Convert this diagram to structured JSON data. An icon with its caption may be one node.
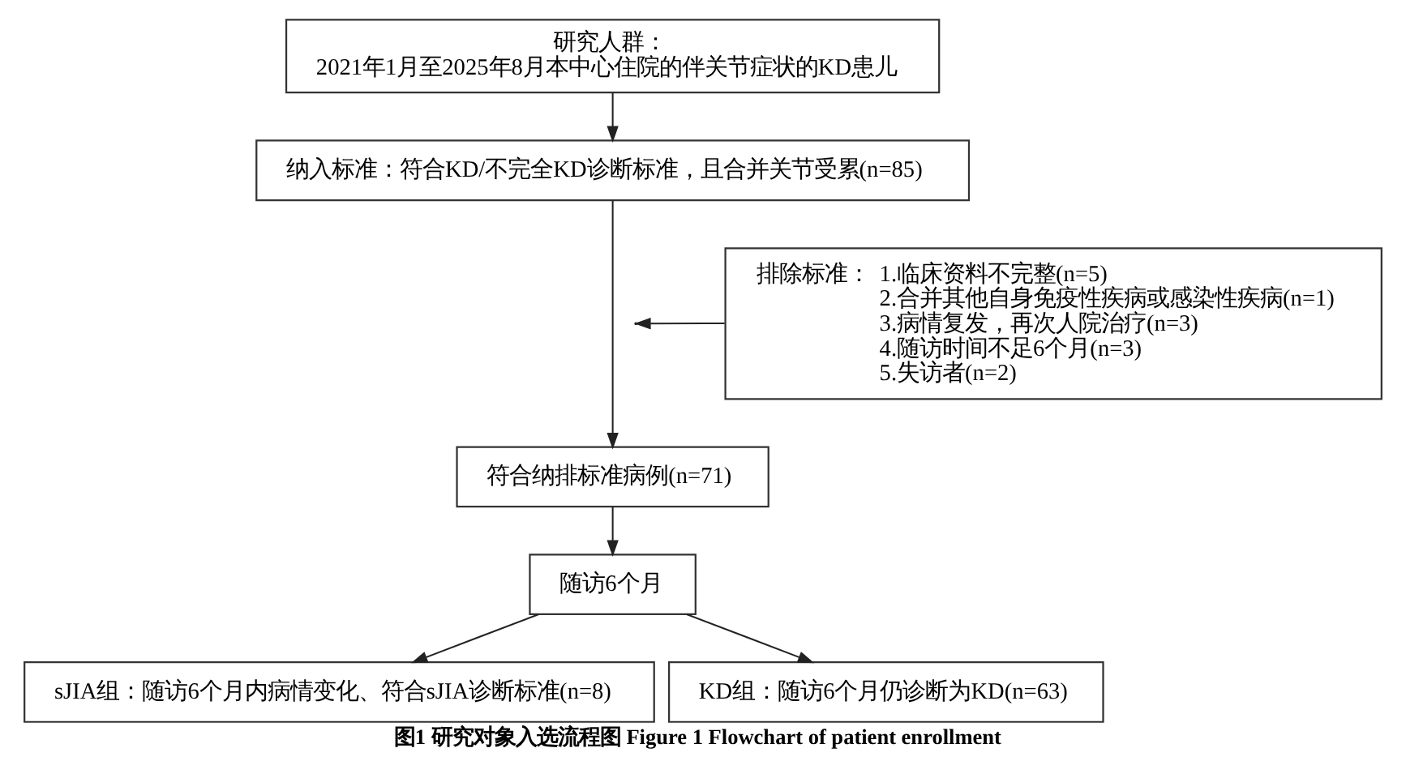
{
  "diagram": {
    "caption": "图1 研究对象入选流程图 Figure 1 Flowchart of patient enrollment",
    "nodes": [
      {
        "text": [
          "研究人群：",
          "2021年1月至2025年8月本中心住院的伴关节症状的KD患儿"
        ]
      },
      {
        "text": [
          "纳入标准：符合KD/不完全KD诊断标准，且合并关节受累(n=85)"
        ]
      },
      {
        "text": [
          "排除标准：",
          "1.临床资料不完整(n=5)",
          "2.合并其他自身免疫性疾病或感染性疾病(n=1)",
          "3.病情复发，再次人院治疗(n=3)",
          "4.随访时间不足6个月(n=3)",
          "5.失访者(n=2)"
        ]
      },
      {
        "text": [
          "符合纳排标准病例(n=71)"
        ]
      },
      {
        "text": [
          "随访6个月"
        ]
      },
      {
        "text": [
          "sJIA组：随访6个月内病情变化、符合sJIA诊断标准(n=8)"
        ]
      },
      {
        "text": [
          "KD组：随访6个月仍诊断为KD(n=63)"
        ]
      }
    ],
    "edges": [
      {
        "from": 0,
        "to": 1,
        "arrow": "to"
      },
      {
        "from": 1,
        "to": 3,
        "arrow": "to"
      },
      {
        "from": 2,
        "to": null,
        "arrow": "to"
      },
      {
        "from": 3,
        "to": 4,
        "arrow": "to"
      },
      {
        "from": 4,
        "to": 5,
        "arrow": "to"
      },
      {
        "from": 4,
        "to": 6,
        "arrow": "to"
      }
    ]
  }
}
